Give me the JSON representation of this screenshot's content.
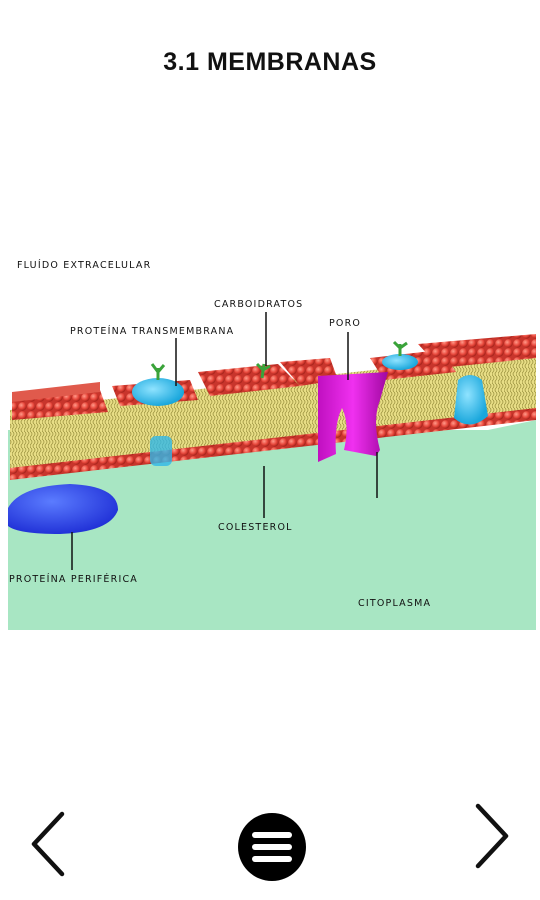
{
  "header": {
    "title": "3.1 MEMBRANAS"
  },
  "diagram": {
    "labels": {
      "extracellular": "FLUÍDO EXTRACELULAR",
      "carbohydrates": "CARBOIDRATOS",
      "transmembrane": "PROTEÍNA TRANSMEMBRANA",
      "pore": "PORO",
      "cholesterol": "COLESTEROL",
      "peripheral": "PROTEÍNA PERIFÉRICA",
      "cytoplasm": "CITOPLASMA"
    },
    "colors": {
      "cytoplasm": "#a8e6c3",
      "phospholipid_head": "#e8483c",
      "tails": "#e2d776",
      "transmembrane_protein": "#2fb8e8",
      "pore_protein": "#e020e0",
      "peripheral_protein": "#2e3be6",
      "carbohydrate": "#3aa33a"
    }
  },
  "nav": {
    "prev_icon": "chevron-left-icon",
    "menu_icon": "hamburger-menu-icon",
    "next_icon": "chevron-right-icon"
  }
}
